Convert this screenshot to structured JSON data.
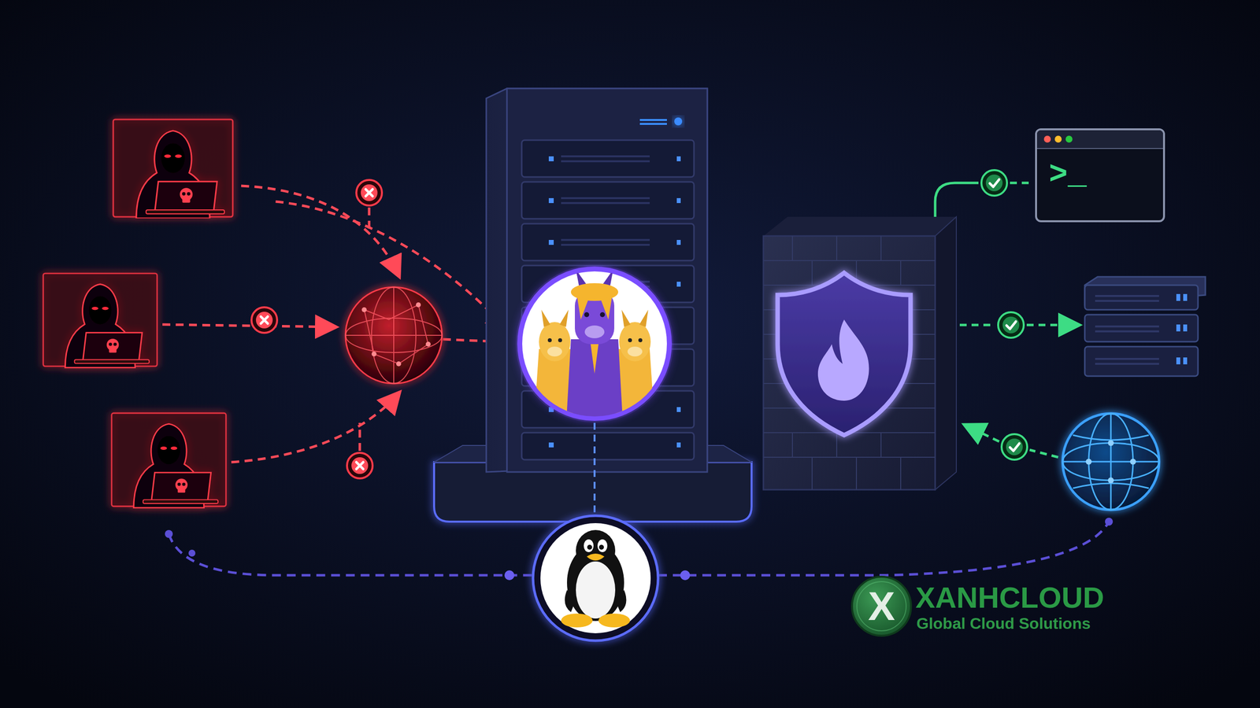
{
  "diagram": {
    "nodes": [
      {
        "text": [
          ">_"
        ]
      }
    ],
    "labels": [
      "X",
      "XANHCLOUD",
      "Global Cloud Solutions"
    ]
  }
}
